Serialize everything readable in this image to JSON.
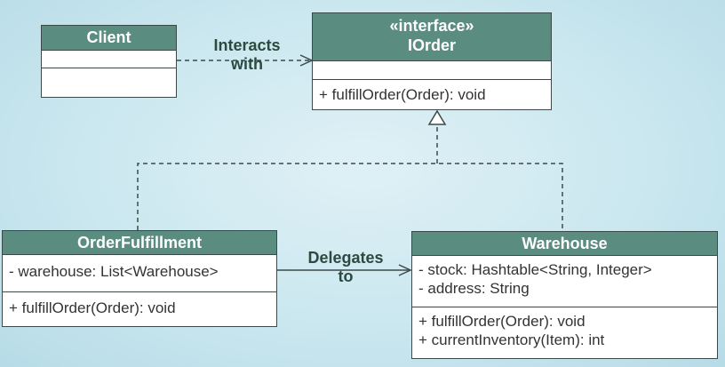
{
  "classes": {
    "client": {
      "name": "Client",
      "attributes": [],
      "methods": []
    },
    "iorder": {
      "stereotype": "«interface»",
      "name": "IOrder",
      "attributes": [],
      "methods": [
        "+ fulfillOrder(Order): void"
      ]
    },
    "order_fulfillment": {
      "name": "OrderFulfillment",
      "attributes": [
        "- warehouse: List<Warehouse>"
      ],
      "methods": [
        "+ fulfillOrder(Order): void"
      ]
    },
    "warehouse": {
      "name": "Warehouse",
      "attributes": [
        "- stock: Hashtable<String, Integer>",
        "- address: String"
      ],
      "methods": [
        "+ fulfillOrder(Order): void",
        "+ currentInventory(Item): int"
      ]
    }
  },
  "relations": {
    "client_to_iorder": {
      "label_line1": "Interacts",
      "label_line2": "with"
    },
    "fulfillment_to_warehouse": {
      "label_line1": "Delegates",
      "label_line2": "to"
    }
  },
  "colors": {
    "header": "#5a8c7f",
    "border": "#3b4a48",
    "label": "#2c4a3f",
    "background": "#cbe7ef"
  }
}
